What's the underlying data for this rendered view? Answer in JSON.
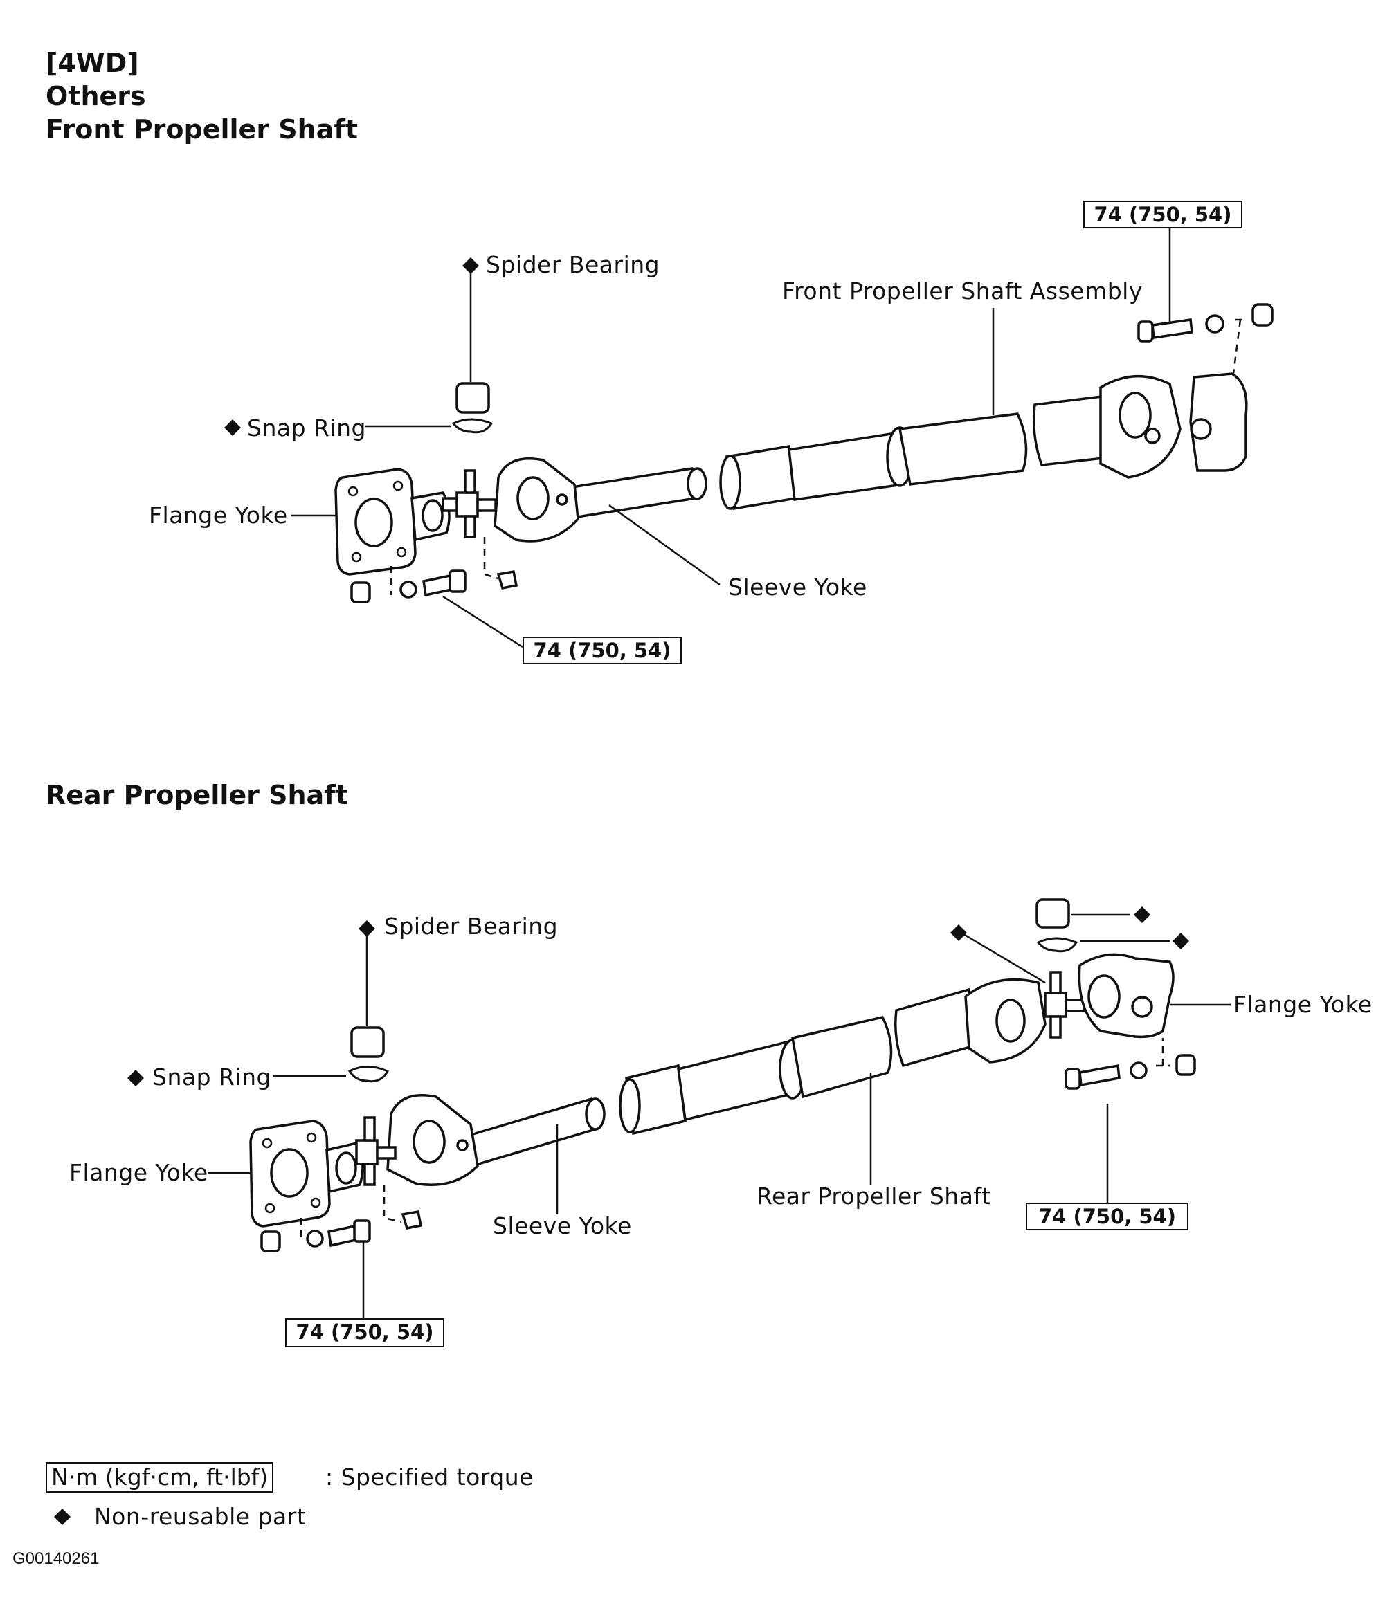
{
  "header": {
    "line1": "[4WD]",
    "line2": "Others",
    "line3": "Front Propeller Shaft"
  },
  "front": {
    "spider_bearing": "Spider Bearing",
    "snap_ring": "Snap Ring",
    "flange_yoke": "Flange Yoke",
    "sleeve_yoke": "Sleeve Yoke",
    "shaft_assembly": "Front Propeller Shaft Assembly",
    "torque_top": "74 (750, 54)",
    "torque_bottom": "74 (750, 54)"
  },
  "rear": {
    "title": "Rear Propeller Shaft",
    "spider_bearing": "Spider Bearing",
    "snap_ring": "Snap Ring",
    "flange_yoke_left": "Flange Yoke",
    "flange_yoke_right": "Flange Yoke",
    "sleeve_yoke": "Sleeve Yoke",
    "shaft": "Rear Propeller Shaft",
    "torque_left": "74 (750, 54)",
    "torque_right": "74 (750, 54)"
  },
  "legend": {
    "torque_unit": "N·m (kgf·cm, ft·lbf)",
    "torque_desc": ":  Specified torque",
    "non_reusable": "Non-reusable part"
  },
  "figure_code": "G00140261",
  "icons": {
    "diamond": "non-reusable-diamond-icon"
  }
}
